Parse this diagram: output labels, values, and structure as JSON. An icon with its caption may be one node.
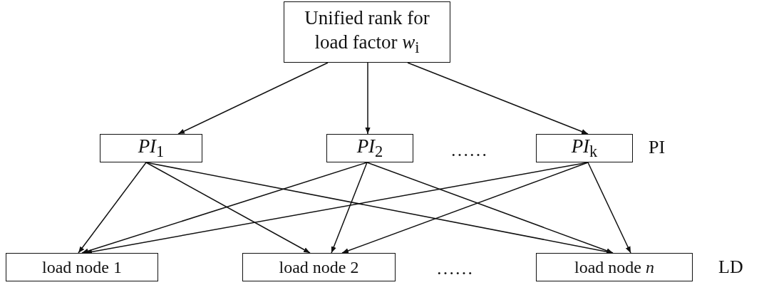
{
  "diagram": {
    "nodes": [
      {
        "text": [
          "Unified rank for load factor *w*$_{i}$"
        ]
      },
      {
        "text": [
          "*PI*$_{1}$"
        ]
      },
      {
        "text": [
          "*PI*$_{2}$"
        ]
      },
      {
        "text": [
          "*PI*$_{k}$"
        ]
      },
      {
        "text": [
          "load node 1"
        ]
      },
      {
        "text": [
          "load node 2"
        ]
      },
      {
        "text": [
          "load node *n*"
        ]
      }
    ],
    "edges": [
      {
        "from": 0,
        "to": 1,
        "arrow": "to"
      },
      {
        "from": 0,
        "to": 2,
        "arrow": "to"
      },
      {
        "from": 0,
        "to": 3,
        "arrow": "to"
      },
      {
        "from": 1,
        "to": 4,
        "arrow": "to"
      },
      {
        "from": 1,
        "to": 5,
        "arrow": "to"
      },
      {
        "from": 1,
        "to": 6,
        "arrow": "to"
      },
      {
        "from": 2,
        "to": 4,
        "arrow": "to"
      },
      {
        "from": 2,
        "to": 5,
        "arrow": "to"
      },
      {
        "from": 2,
        "to": 6,
        "arrow": "to"
      },
      {
        "from": 3,
        "to": 4,
        "arrow": "to"
      },
      {
        "from": 3,
        "to": 5,
        "arrow": "to"
      },
      {
        "from": 3,
        "to": 6,
        "arrow": "to"
      }
    ],
    "labels": [
      "……",
      "PI",
      "……",
      "LD"
    ]
  }
}
